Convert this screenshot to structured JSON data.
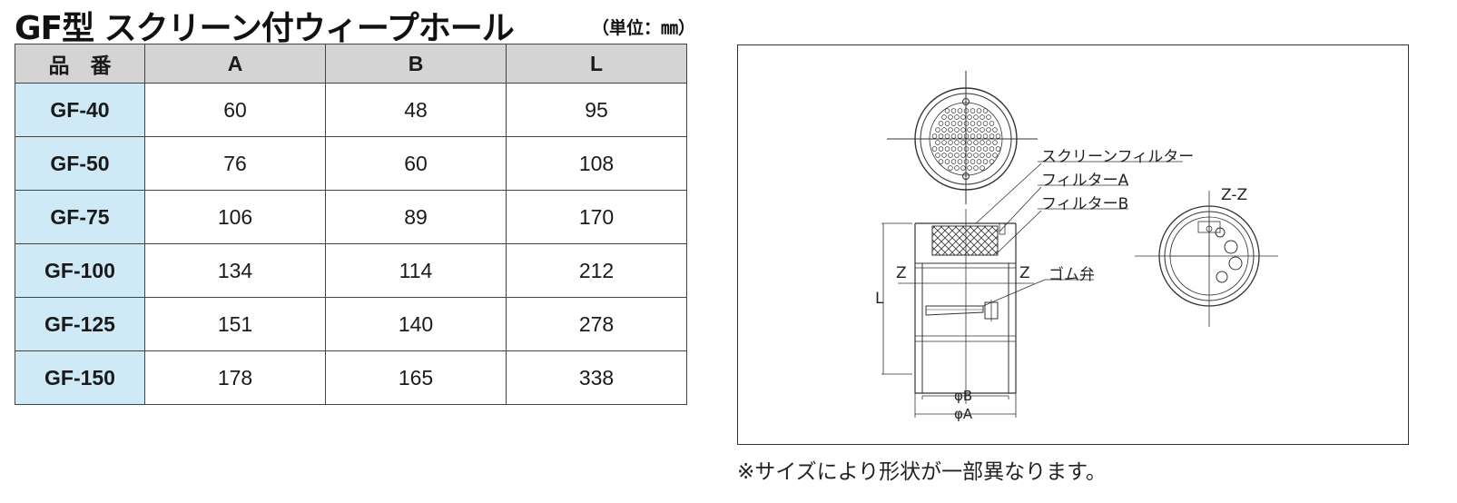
{
  "header": {
    "title": "GF型 スクリーン付ウィープホール",
    "unit": "（単位：㎜）"
  },
  "table": {
    "headers": [
      "品　番",
      "A",
      "B",
      "L"
    ],
    "rows": [
      {
        "model": "GF-40",
        "a": "60",
        "b": "48",
        "l": "95"
      },
      {
        "model": "GF-50",
        "a": "76",
        "b": "60",
        "l": "108"
      },
      {
        "model": "GF-75",
        "a": "106",
        "b": "89",
        "l": "170"
      },
      {
        "model": "GF-100",
        "a": "134",
        "b": "114",
        "l": "212"
      },
      {
        "model": "GF-125",
        "a": "151",
        "b": "140",
        "l": "278"
      },
      {
        "model": "GF-150",
        "a": "178",
        "b": "165",
        "l": "338"
      }
    ],
    "model_color": "#cfe9f7",
    "header_color": "#d4d4d4"
  },
  "diagram": {
    "labels": {
      "screen_filter": "スクリーンフィルター",
      "filter_a": "フィルターA",
      "filter_b": "フィルターB",
      "rubber_valve": "ゴム弁",
      "z_left": "Z",
      "z_right": "Z",
      "section": "Z-Z",
      "length": "L",
      "dia_b": "φB",
      "dia_a": "φA"
    }
  },
  "footer": {
    "note": "※サイズにより形状が一部異なります。"
  }
}
